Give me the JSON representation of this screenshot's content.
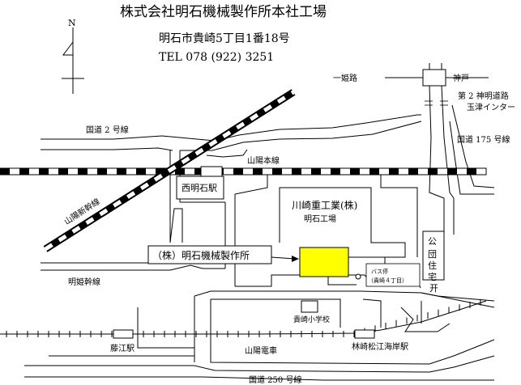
{
  "header": {
    "title": "株式会社明石機械製作所本社工場",
    "address": "明石市貴崎5丁目1番18号",
    "tel": "TEL 078 (922) 3251"
  },
  "compass": {
    "north": "N"
  },
  "labels": {
    "route2": "国道 2 号線",
    "sanyo_main": "山陽本線",
    "shinkansen": "山陽新幹線",
    "nishiakashi_station": "西明石駅",
    "himeji_road": "一姫路",
    "kobe": "神戸一",
    "second_shinmei": "第 2 神明道路",
    "tamatsu_ic": "玉津インター",
    "route175": "国道 175 号線",
    "kawasaki_1": "川崎重工業(株)",
    "kawasaki_2": "明石工場",
    "company_callout": "（株）明石機械製作所",
    "bus_stop_1": "バス停",
    "bus_stop_2": "（貴崎４丁目）",
    "public_housing": "公団住宅",
    "mei_ki_kansen": "明姫幹線",
    "takasaki_school": "貴崎小学校",
    "sanyo_dentetsu": "山陽電車",
    "fujie_station": "藤江駅",
    "rinzaki_station": "林崎松江海岸駅",
    "route250": "国道 250 号線",
    "shrine_mark": "开"
  },
  "colors": {
    "factory": "#ffff00",
    "line": "#000000",
    "background": "#ffffff"
  }
}
